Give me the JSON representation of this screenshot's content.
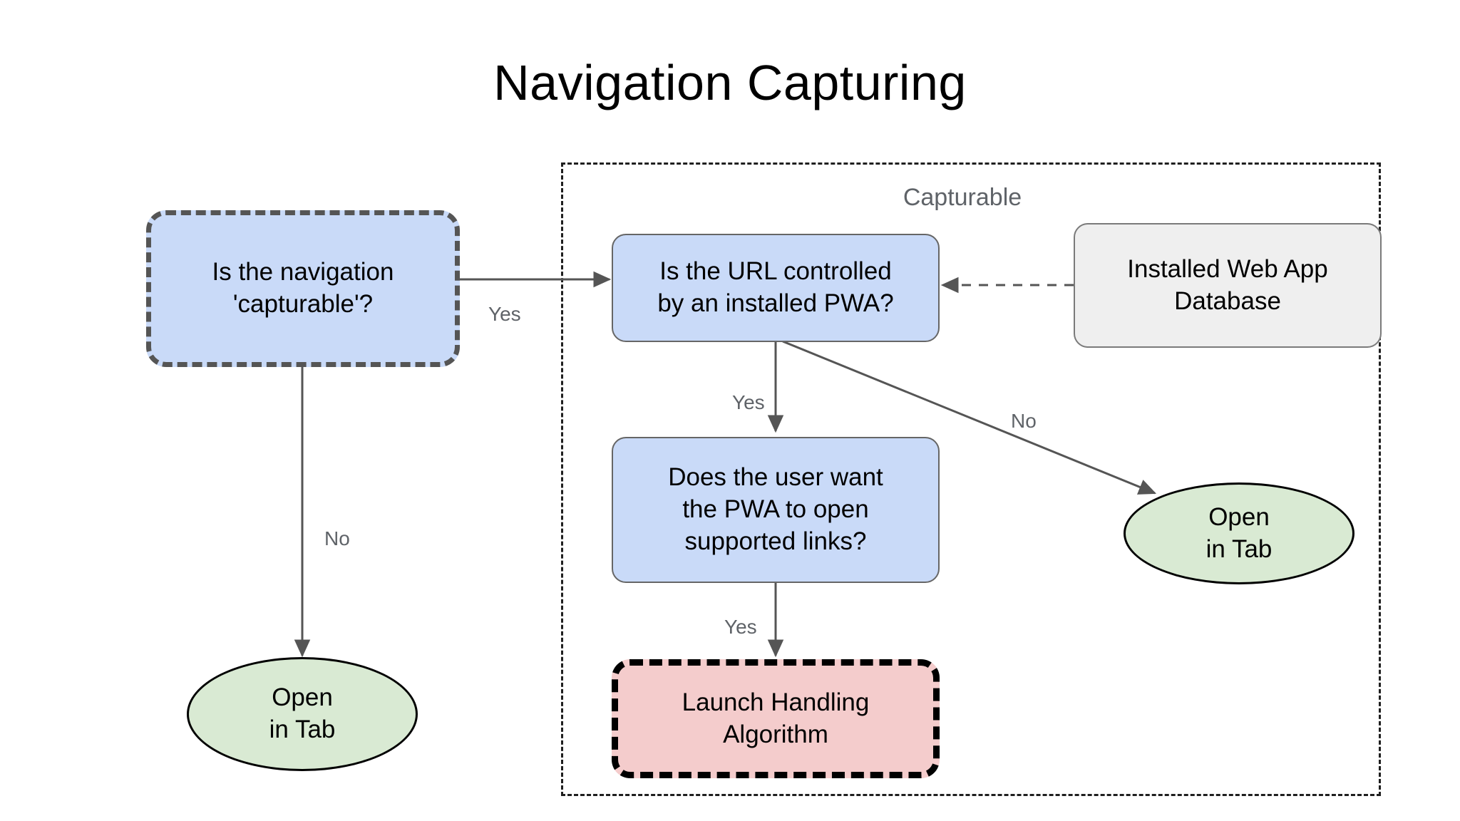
{
  "title": "Navigation Capturing",
  "group": {
    "label": "Capturable"
  },
  "nodes": {
    "is_capturable": {
      "line1": "Is the navigation",
      "line2": "'capturable'?"
    },
    "url_controlled": {
      "line1": "Is the URL controlled",
      "line2": "by an installed PWA?"
    },
    "web_app_db": {
      "line1": "Installed Web App",
      "line2": "Database"
    },
    "user_wants_pwa": {
      "line1": "Does the user want",
      "line2": "the PWA to open",
      "line3": "supported links?"
    },
    "launch_handling": {
      "line1": "Launch Handling",
      "line2": "Algorithm"
    },
    "open_in_tab_left": {
      "line1": "Open",
      "line2": "in Tab"
    },
    "open_in_tab_right": {
      "line1": "Open",
      "line2": "in Tab"
    }
  },
  "edge_labels": {
    "capturable_yes": "Yes",
    "capturable_no": "No",
    "url_yes": "Yes",
    "url_no": "No",
    "user_yes": "Yes"
  },
  "colors": {
    "decision_fill": "#c9daf8",
    "datastore_fill": "#efefef",
    "terminal_fill": "#d9ead3",
    "algorithm_fill": "#f4cccc",
    "edge_stroke": "#555555",
    "label_text": "#5f6368",
    "group_border": "#1f1f1f"
  }
}
